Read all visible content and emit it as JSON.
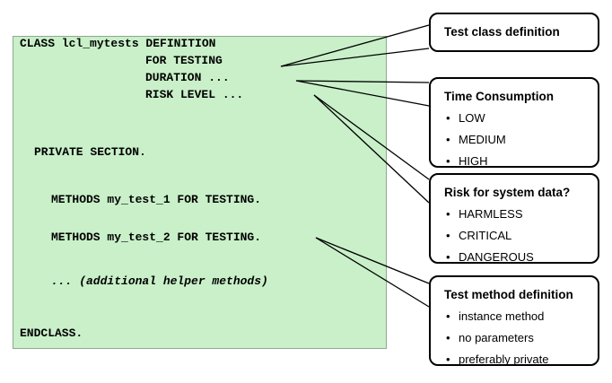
{
  "code": {
    "background_color": "#c9f0c9",
    "lines": [
      "CLASS lcl_mytests DEFINITION",
      "FOR TESTING",
      "DURATION ...",
      "RISK LEVEL ...",
      "PRIVATE SECTION.",
      "METHODS my_test_1 FOR TESTING.",
      "METHODS my_test_2 FOR TESTING.",
      "... (additional helper methods)",
      "ENDCLASS."
    ]
  },
  "callouts": [
    {
      "title": "Test class definition",
      "items": []
    },
    {
      "title": "Time Consumption",
      "items": [
        "LOW",
        "MEDIUM",
        "HIGH"
      ]
    },
    {
      "title": "Risk for system data?",
      "items": [
        "HARMLESS",
        "CRITICAL",
        "DANGEROUS"
      ]
    },
    {
      "title": "Test method definition",
      "items": [
        "instance method",
        "no parameters",
        "preferably private"
      ]
    }
  ],
  "bullet_char": "•"
}
